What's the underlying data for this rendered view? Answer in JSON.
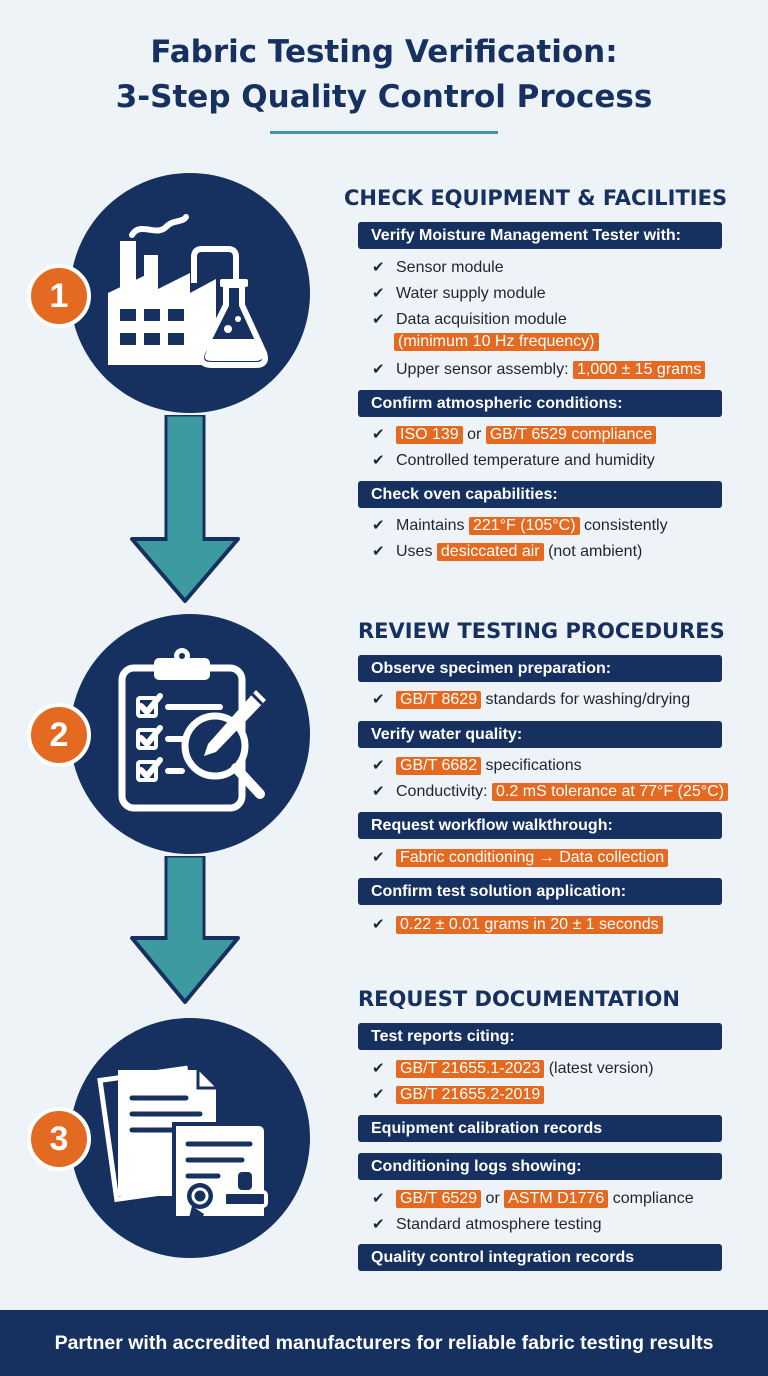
{
  "title": {
    "line1": "Fabric Testing Verification:",
    "line2": "3-Step Quality Control Process"
  },
  "colors": {
    "navy": "#163160",
    "orange": "#e46a22",
    "teal": "#3c9aa0",
    "background": "#eef3f7"
  },
  "steps": [
    {
      "number": "1",
      "icon": "factory-flask-icon",
      "title": "CHECK EQUIPMENT & FACILITIES",
      "groups": [
        {
          "header": "Verify Moisture Management Tester with:",
          "items": [
            {
              "pre": "Sensor module",
              "hl": "",
              "post": ""
            },
            {
              "pre": "Water supply module",
              "hl": "",
              "post": ""
            },
            {
              "pre": "Data acquisition module",
              "hl": "",
              "post": "",
              "sub": "(minimum 10 Hz frequency)"
            },
            {
              "pre": "Upper sensor assembly:",
              "hl": "1,000 ± 15 grams",
              "post": ""
            }
          ]
        },
        {
          "header": "Confirm atmospheric conditions:",
          "items": [
            {
              "pre": "",
              "hl": "ISO 139",
              "mid": "or",
              "hl2": "GB/T 6529 compliance",
              "post": ""
            },
            {
              "pre": "Controlled temperature and humidity",
              "hl": "",
              "post": ""
            }
          ]
        },
        {
          "header": "Check oven capabilities:",
          "items": [
            {
              "pre": "Maintains",
              "hl": "221°F (105°C)",
              "post": "consistently"
            },
            {
              "pre": "Uses",
              "hl": "desiccated air",
              "post": "(not ambient)"
            }
          ]
        }
      ]
    },
    {
      "number": "2",
      "icon": "clipboard-magnifier-icon",
      "title": "REVIEW TESTING PROCEDURES",
      "groups": [
        {
          "header": "Observe specimen preparation:",
          "items": [
            {
              "pre": "",
              "hl": "GB/T 8629",
              "post": "standards for washing/drying"
            }
          ]
        },
        {
          "header": "Verify water quality:",
          "items": [
            {
              "pre": "",
              "hl": "GB/T 6682",
              "post": "specifications"
            },
            {
              "pre": "Conductivity:",
              "hl": "0.2 mS tolerance at 77°F (25°C)",
              "post": ""
            }
          ]
        },
        {
          "header": "Request workflow walkthrough:",
          "items": [
            {
              "pre": "",
              "hl": "Fabric conditioning → Data collection",
              "post": ""
            }
          ]
        },
        {
          "header": "Confirm test solution application:",
          "items": [
            {
              "pre": "",
              "hl": "0.22 ± 0.01 grams in 20 ± 1 seconds",
              "post": ""
            }
          ]
        }
      ]
    },
    {
      "number": "3",
      "icon": "documents-certificate-icon",
      "title": "REQUEST DOCUMENTATION",
      "groups": [
        {
          "header": "Test reports citing:",
          "items": [
            {
              "pre": "",
              "hl": "GB/T 21655.1-2023",
              "post": "(latest version)"
            },
            {
              "pre": "",
              "hl": "GB/T 21655.2-2019",
              "post": ""
            }
          ]
        },
        {
          "header": "Equipment calibration records",
          "items": []
        },
        {
          "header": "Conditioning logs showing:",
          "items": [
            {
              "pre": "",
              "hl": "GB/T 6529",
              "mid": "or",
              "hl2": "ASTM D1776",
              "post": "compliance"
            },
            {
              "pre": "Standard atmosphere testing",
              "hl": "",
              "post": ""
            }
          ]
        },
        {
          "header": "Quality control integration records",
          "items": []
        }
      ]
    }
  ],
  "footer": "Partner with accredited manufacturers for reliable fabric testing results"
}
